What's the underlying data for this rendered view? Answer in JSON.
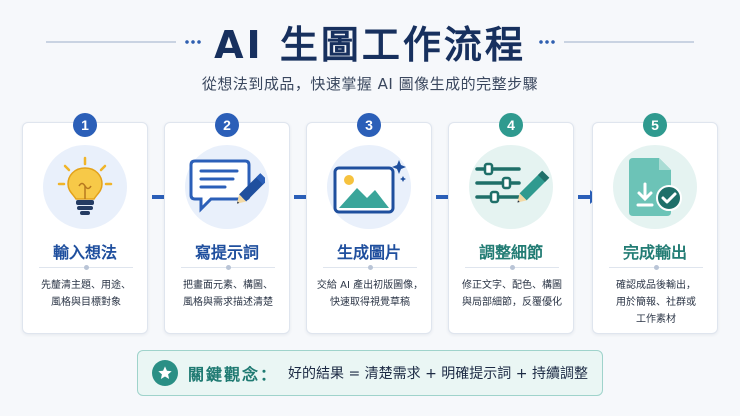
{
  "header": {
    "title": "AI 生圖工作流程",
    "subtitle": "從想法到成品，快速掌握 AI 圖像生成的完整步驟"
  },
  "steps": [
    {
      "number": "1",
      "label": "輸入想法",
      "desc_line1": "先釐清主題、用途、",
      "desc_line2": "風格與目標對象",
      "desc_line3": "",
      "icon": "lightbulb-icon"
    },
    {
      "number": "2",
      "label": "寫提示詞",
      "desc_line1": "把畫面元素、構圖、",
      "desc_line2": "風格與需求描述清楚",
      "desc_line3": "",
      "icon": "prompt-pencil-icon"
    },
    {
      "number": "3",
      "label": "生成圖片",
      "desc_line1": "交給 AI 產出初版圖像，",
      "desc_line2": "快速取得視覺草稿",
      "desc_line3": "",
      "icon": "image-icon"
    },
    {
      "number": "4",
      "label": "調整細節",
      "desc_line1": "修正文字、配色、構圖",
      "desc_line2": "與局部細節，反覆優化",
      "desc_line3": "",
      "icon": "sliders-pencil-icon"
    },
    {
      "number": "5",
      "label": "完成輸出",
      "desc_line1": "確認成品後輸出，",
      "desc_line2": "用於簡報、社群或",
      "desc_line3": "工作素材",
      "icon": "document-check-icon"
    }
  ],
  "footer": {
    "key": "關鍵觀念：",
    "text": "好的結果 = 清楚需求 + 明確提示詞 + 持續調整"
  },
  "colors": {
    "navy": "#17305e",
    "blue": "#2b5fb8",
    "teal": "#2f9a8f",
    "bulb_yellow": "#f6c23e"
  }
}
